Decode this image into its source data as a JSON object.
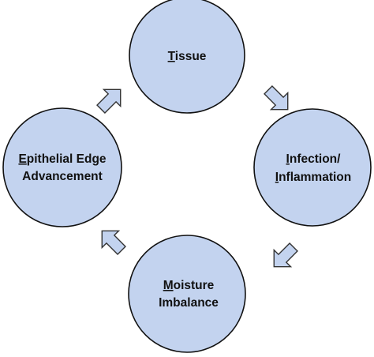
{
  "diagram": {
    "colors": {
      "node_fill": "#c3d3ef",
      "node_stroke": "#111111",
      "arrow_fill": "#c3d3ef",
      "arrow_stroke": "#333333"
    },
    "nodes": [
      {
        "id": "tissue",
        "lines": [
          {
            "initial": "T",
            "rest": "issue"
          }
        ]
      },
      {
        "id": "infection",
        "lines": [
          {
            "initial": "I",
            "rest": "nfection/"
          },
          {
            "initial": "I",
            "rest": "nflammation"
          }
        ]
      },
      {
        "id": "moisture",
        "lines": [
          {
            "initial": "M",
            "rest": "oisture"
          },
          {
            "initial": "",
            "rest": "Imbalance"
          }
        ]
      },
      {
        "id": "epithelial",
        "lines": [
          {
            "initial": "E",
            "rest": "pithelial Edge"
          },
          {
            "initial": "",
            "rest": "Advancement"
          }
        ]
      }
    ],
    "arrows": [
      {
        "from": "tissue",
        "to": "infection",
        "direction": "down-right"
      },
      {
        "from": "infection",
        "to": "moisture",
        "direction": "down-left"
      },
      {
        "from": "moisture",
        "to": "epithelial",
        "direction": "up-left"
      },
      {
        "from": "epithelial",
        "to": "tissue",
        "direction": "up-right"
      }
    ]
  }
}
